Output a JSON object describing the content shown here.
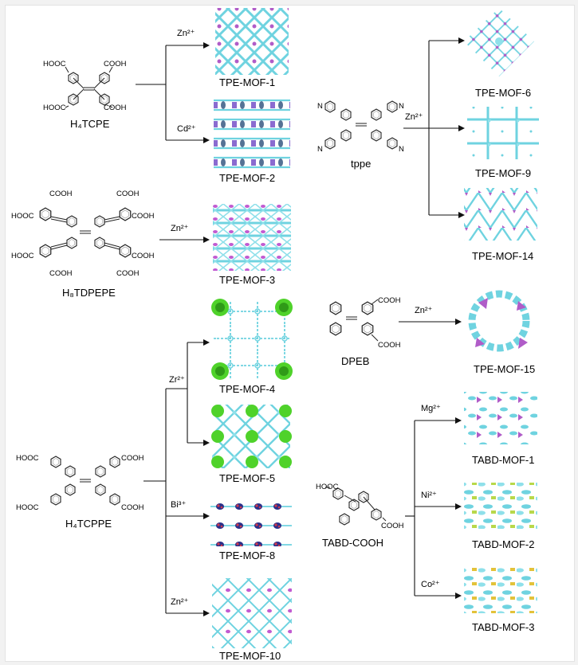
{
  "ligands": {
    "h4tcpe": {
      "name": "H₄TCPE",
      "groups": [
        "HOOC",
        "COOH",
        "HOOC",
        "COOH"
      ]
    },
    "h8tdpepe": {
      "name": "H₈TDPEPE",
      "groups": [
        "COOH",
        "COOH",
        "HOOC",
        "COOH",
        "HOOC",
        "COOH",
        "COOH",
        "COOH"
      ]
    },
    "h4tcppe": {
      "name": "H₄TCPPE",
      "groups": [
        "HOOC",
        "COOH",
        "HOOC",
        "COOH"
      ]
    },
    "tppe": {
      "name": "tppe",
      "groups": [
        "N",
        "N",
        "N",
        "N"
      ]
    },
    "dpeb": {
      "name": "DPEB",
      "groups": [
        "COOH",
        "COOH"
      ]
    },
    "tabd": {
      "name": "TABD-COOH",
      "groups": [
        "HOOC",
        "COOH"
      ]
    }
  },
  "metals": {
    "zn1": "Zn²⁺",
    "cd": "Cd²⁺",
    "zn2": "Zn²⁺",
    "zr": "Zr²⁺",
    "bi": "Bi³⁺",
    "zn3": "Zn²⁺",
    "zn4": "Zn²⁺",
    "zn5": "Zn²⁺",
    "mg": "Mg²⁺",
    "ni": "Ni²⁺",
    "co": "Co²⁺"
  },
  "products": {
    "mof1": "TPE-MOF-1",
    "mof2": "TPE-MOF-2",
    "mof3": "TPE-MOF-3",
    "mof4": "TPE-MOF-4",
    "mof5": "TPE-MOF-5",
    "mof8": "TPE-MOF-8",
    "mof10": "TPE-MOF-10",
    "mof6": "TPE-MOF-6",
    "mof9": "TPE-MOF-9",
    "mof14": "TPE-MOF-14",
    "mof15": "TPE-MOF-15",
    "tabd1": "TABD-MOF-1",
    "tabd2": "TABD-MOF-2",
    "tabd3": "TABD-MOF-3"
  },
  "colors": {
    "linker": "#6fd3e0",
    "zn_node": "#b05cc8",
    "cd_node": "#8a6bd0",
    "zr_node": "#4fd22a",
    "bi_node": "#2a2f8a",
    "bi_accent": "#d23a4a",
    "ni_node": "#b8d84a",
    "co_node": "#e3c23a"
  }
}
